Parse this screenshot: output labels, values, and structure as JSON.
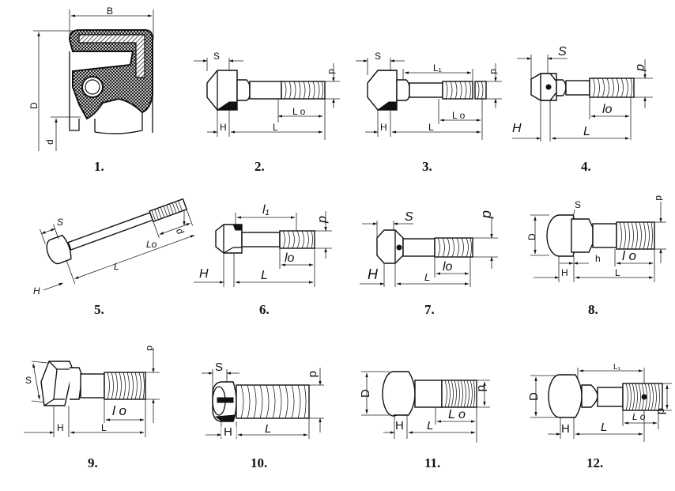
{
  "figures": [
    {
      "number": "1.",
      "kind": "shaft seal cross-section",
      "labels": {
        "width": "B",
        "outer_diameter": "D",
        "inner_diameter": "d"
      }
    },
    {
      "number": "2.",
      "kind": "hex bolt",
      "labels": {
        "across_flats": "S",
        "head_height": "H",
        "length": "L",
        "thread_length": "L o",
        "diameter": "d"
      }
    },
    {
      "number": "3.",
      "kind": "hex bolt with separate thread section",
      "labels": {
        "across_flats": "S",
        "head_height": "H",
        "length": "L",
        "thread_length": "L o",
        "shank_length": "L₁",
        "diameter": "d"
      }
    },
    {
      "number": "4.",
      "kind": "hex bolt with hole in head",
      "labels": {
        "across_flats": "S",
        "head_height": "H",
        "length": "L",
        "thread_length": "lo",
        "diameter": "d"
      }
    },
    {
      "number": "5.",
      "kind": "long hex bolt (perspective)",
      "labels": {
        "across_flats": "S",
        "head_height": "H",
        "length": "L",
        "thread_length": "Lo",
        "diameter": "d"
      }
    },
    {
      "number": "6.",
      "kind": "hex bolt with thread extent",
      "labels": {
        "head_height": "H",
        "length": "L",
        "thread_length": "lo",
        "shank_length": "l₁",
        "diameter": "d"
      }
    },
    {
      "number": "7.",
      "kind": "hex bolt with drilled head",
      "labels": {
        "across_flats": "S",
        "head_height": "H",
        "length": "L",
        "thread_length": "lo",
        "diameter": "d"
      }
    },
    {
      "number": "8.",
      "kind": "round head bolt with hex collar",
      "labels": {
        "across_flats": "S",
        "head_diameter": "D",
        "head_height": "H",
        "collar_height": "h",
        "length": "L",
        "thread_length": "l o",
        "diameter": "d"
      }
    },
    {
      "number": "9.",
      "kind": "hex bolt with square collar",
      "labels": {
        "across_flats": "S",
        "head_height": "H",
        "length": "L",
        "thread_length": "l o",
        "diameter": "d"
      }
    },
    {
      "number": "10.",
      "kind": "slotted cheese head screw",
      "labels": {
        "across_flats": "S",
        "head_height": "H",
        "length": "L",
        "diameter": "d"
      }
    },
    {
      "number": "11.",
      "kind": "round head stud bolt",
      "labels": {
        "head_diameter": "D",
        "head_height": "H",
        "length": "L",
        "thread_length": "L o",
        "diameter": "d"
      }
    },
    {
      "number": "12.",
      "kind": "round head bolt with pin hole",
      "labels": {
        "head_diameter": "D",
        "head_height": "H",
        "length": "L",
        "thread_length": "L o",
        "shank_length": "L₁",
        "diameter": "d"
      }
    }
  ]
}
